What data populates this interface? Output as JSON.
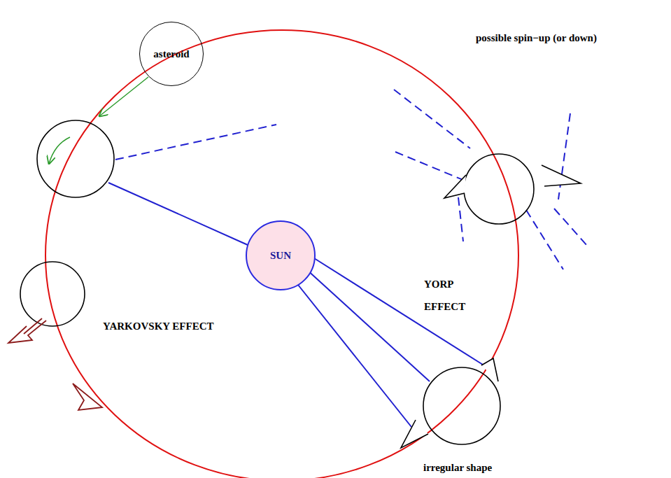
{
  "diagram": {
    "nodes": [
      {
        "text": [
          "asteroid"
        ]
      },
      {
        "text": [
          "SUN"
        ]
      }
    ],
    "labels": [
      "possible spin−up (or down)",
      "YORP EFFECT",
      "YARKOVSKY EFFECT",
      "irregular shape"
    ]
  }
}
